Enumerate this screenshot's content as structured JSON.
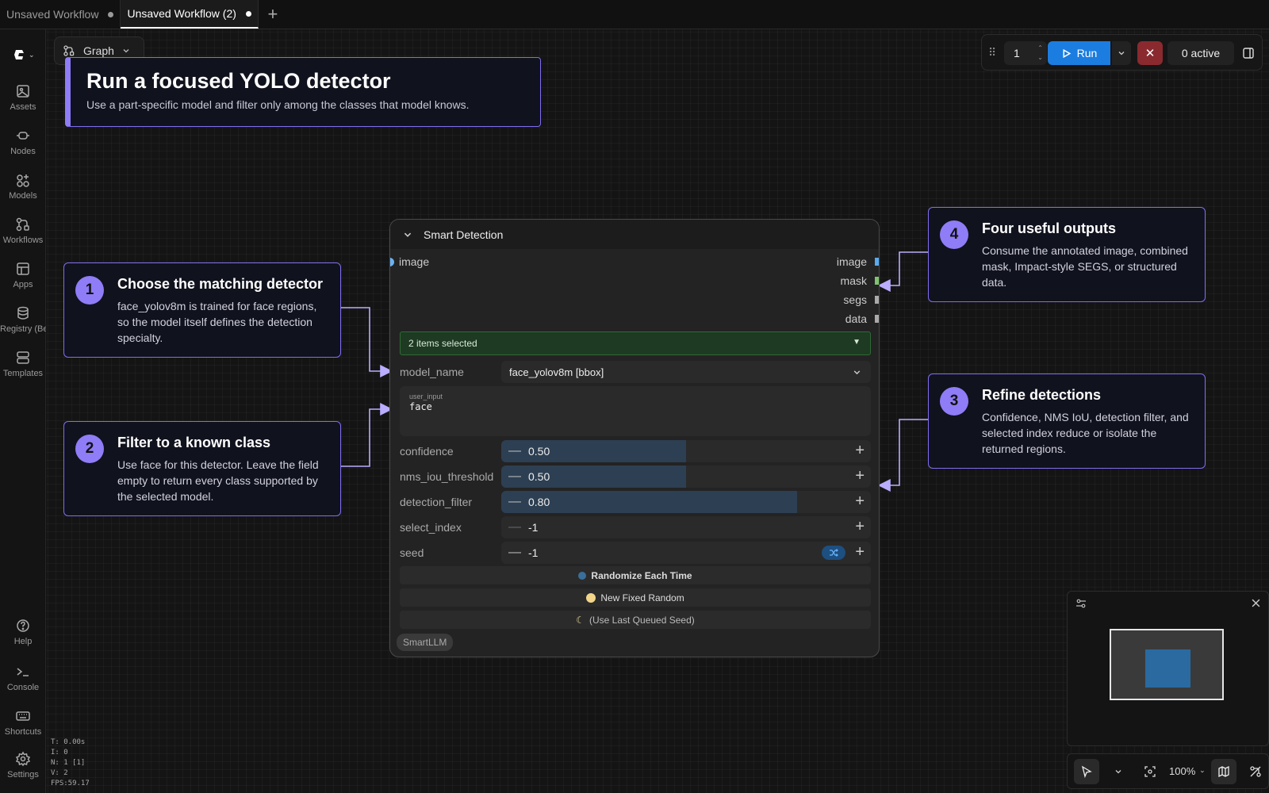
{
  "tabs": [
    {
      "label": "Unsaved Workflow",
      "active": false
    },
    {
      "label": "Unsaved Workflow (2)",
      "active": true
    }
  ],
  "sidebar": {
    "items": [
      {
        "label": "Assets",
        "icon": "image-icon"
      },
      {
        "label": "Nodes",
        "icon": "node-icon"
      },
      {
        "label": "Models",
        "icon": "models-icon"
      },
      {
        "label": "Workflows",
        "icon": "workflow-icon"
      },
      {
        "label": "Apps",
        "icon": "apps-icon"
      },
      {
        "label": "Registry (Be",
        "icon": "database-icon"
      },
      {
        "label": "Templates",
        "icon": "templates-icon"
      }
    ],
    "bottom": [
      {
        "label": "Help",
        "icon": "help-icon"
      },
      {
        "label": "Console",
        "icon": "console-icon"
      },
      {
        "label": "Shortcuts",
        "icon": "keyboard-icon"
      },
      {
        "label": "Settings",
        "icon": "gear-icon"
      }
    ]
  },
  "graph_button": {
    "label": "Graph"
  },
  "toolbar": {
    "count": "1",
    "run_label": "Run",
    "active_label": "0 active"
  },
  "title_note": {
    "title": "Run a focused YOLO detector",
    "subtitle": "Use a part-specific model and filter only among the classes that model knows."
  },
  "callouts": [
    {
      "num": "1",
      "title": "Choose the matching detector",
      "body": "face_yolov8m is trained for face regions, so the model itself defines the detection specialty."
    },
    {
      "num": "2",
      "title": "Filter to a known class",
      "body": "Use face for this detector. Leave the field empty to return every class supported by the selected model."
    },
    {
      "num": "3",
      "title": "Refine detections",
      "body": "Confidence, NMS IoU, detection filter, and selected index reduce or isolate the returned regions."
    },
    {
      "num": "4",
      "title": "Four useful outputs",
      "body": "Consume the annotated image, combined mask, Impact-style SEGS, or structured data."
    }
  ],
  "node": {
    "title": "Smart Detection",
    "input": "image",
    "outputs": [
      {
        "label": "image",
        "color": "#5aa9ee"
      },
      {
        "label": "mask",
        "color": "#7fc36f"
      },
      {
        "label": "segs",
        "color": "#aaaaaa"
      },
      {
        "label": "data",
        "color": "#aaaaaa"
      }
    ],
    "multi_select": "2 items selected",
    "model_name_label": "model_name",
    "model_name_value": "face_yolov8m [bbox]",
    "user_input_label": "user_input",
    "user_input_value": "face",
    "widgets": [
      {
        "label": "confidence",
        "value": "0.50",
        "fill": 0.5
      },
      {
        "label": "nms_iou_threshold",
        "value": "0.50",
        "fill": 0.5
      },
      {
        "label": "detection_filter",
        "value": "0.80",
        "fill": 0.8
      },
      {
        "label": "select_index",
        "value": "-1",
        "fill": 0
      },
      {
        "label": "seed",
        "value": "-1",
        "fill": 0
      }
    ],
    "buttons": [
      "Randomize Each Time",
      "New Fixed Random",
      "(Use Last Queued Seed)"
    ],
    "badge": "SmartLLM"
  },
  "bottombar": {
    "zoom": "100%"
  },
  "stats": [
    "T: 0.00s",
    "I: 0",
    "N: 1 [1]",
    "V: 2",
    "FPS:59.17"
  ]
}
